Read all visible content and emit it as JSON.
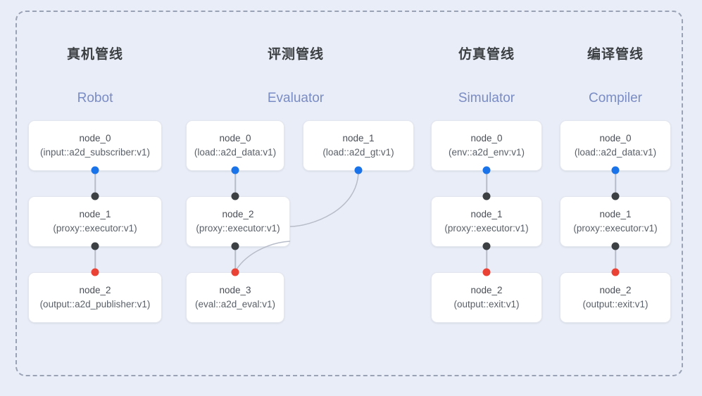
{
  "diagram": {
    "container_label": "pipeline-canvas",
    "border_style": "dashed",
    "background_color": "#e9edf7",
    "colors": {
      "port_output": "#1a73e8",
      "port_input": "#ea4335",
      "port_neutral": "#3c4043",
      "edge": "#b7bcc9",
      "subtitle": "#7a8cc4",
      "title": "#3c4043"
    }
  },
  "groups": [
    {
      "id": "robot",
      "cn_title": "真机管线",
      "en_title": "Robot",
      "nodes": [
        {
          "name": "node_0",
          "type": "(input::a2d_subscriber:v1)"
        },
        {
          "name": "node_1",
          "type": "(proxy::executor:v1)"
        },
        {
          "name": "node_2",
          "type": "(output::a2d_publisher:v1)"
        }
      ]
    },
    {
      "id": "evaluator",
      "cn_title": "评测管线",
      "en_title": "Evaluator",
      "nodes": [
        {
          "name": "node_0",
          "type": "(load::a2d_data:v1)"
        },
        {
          "name": "node_1",
          "type": "(load::a2d_gt:v1)"
        },
        {
          "name": "node_2",
          "type": "(proxy::executor:v1)"
        },
        {
          "name": "node_3",
          "type": "(eval::a2d_eval:v1)"
        }
      ]
    },
    {
      "id": "simulator",
      "cn_title": "仿真管线",
      "en_title": "Simulator",
      "nodes": [
        {
          "name": "node_0",
          "type": "(env::a2d_env:v1)"
        },
        {
          "name": "node_1",
          "type": "(proxy::executor:v1)"
        },
        {
          "name": "node_2",
          "type": "(output::exit:v1)"
        }
      ]
    },
    {
      "id": "compiler",
      "cn_title": "编译管线",
      "en_title": "Compiler",
      "nodes": [
        {
          "name": "node_0",
          "type": "(load::a2d_data:v1)"
        },
        {
          "name": "node_1",
          "type": "(proxy::executor:v1)"
        },
        {
          "name": "node_2",
          "type": "(output::exit:v1)"
        }
      ]
    }
  ]
}
